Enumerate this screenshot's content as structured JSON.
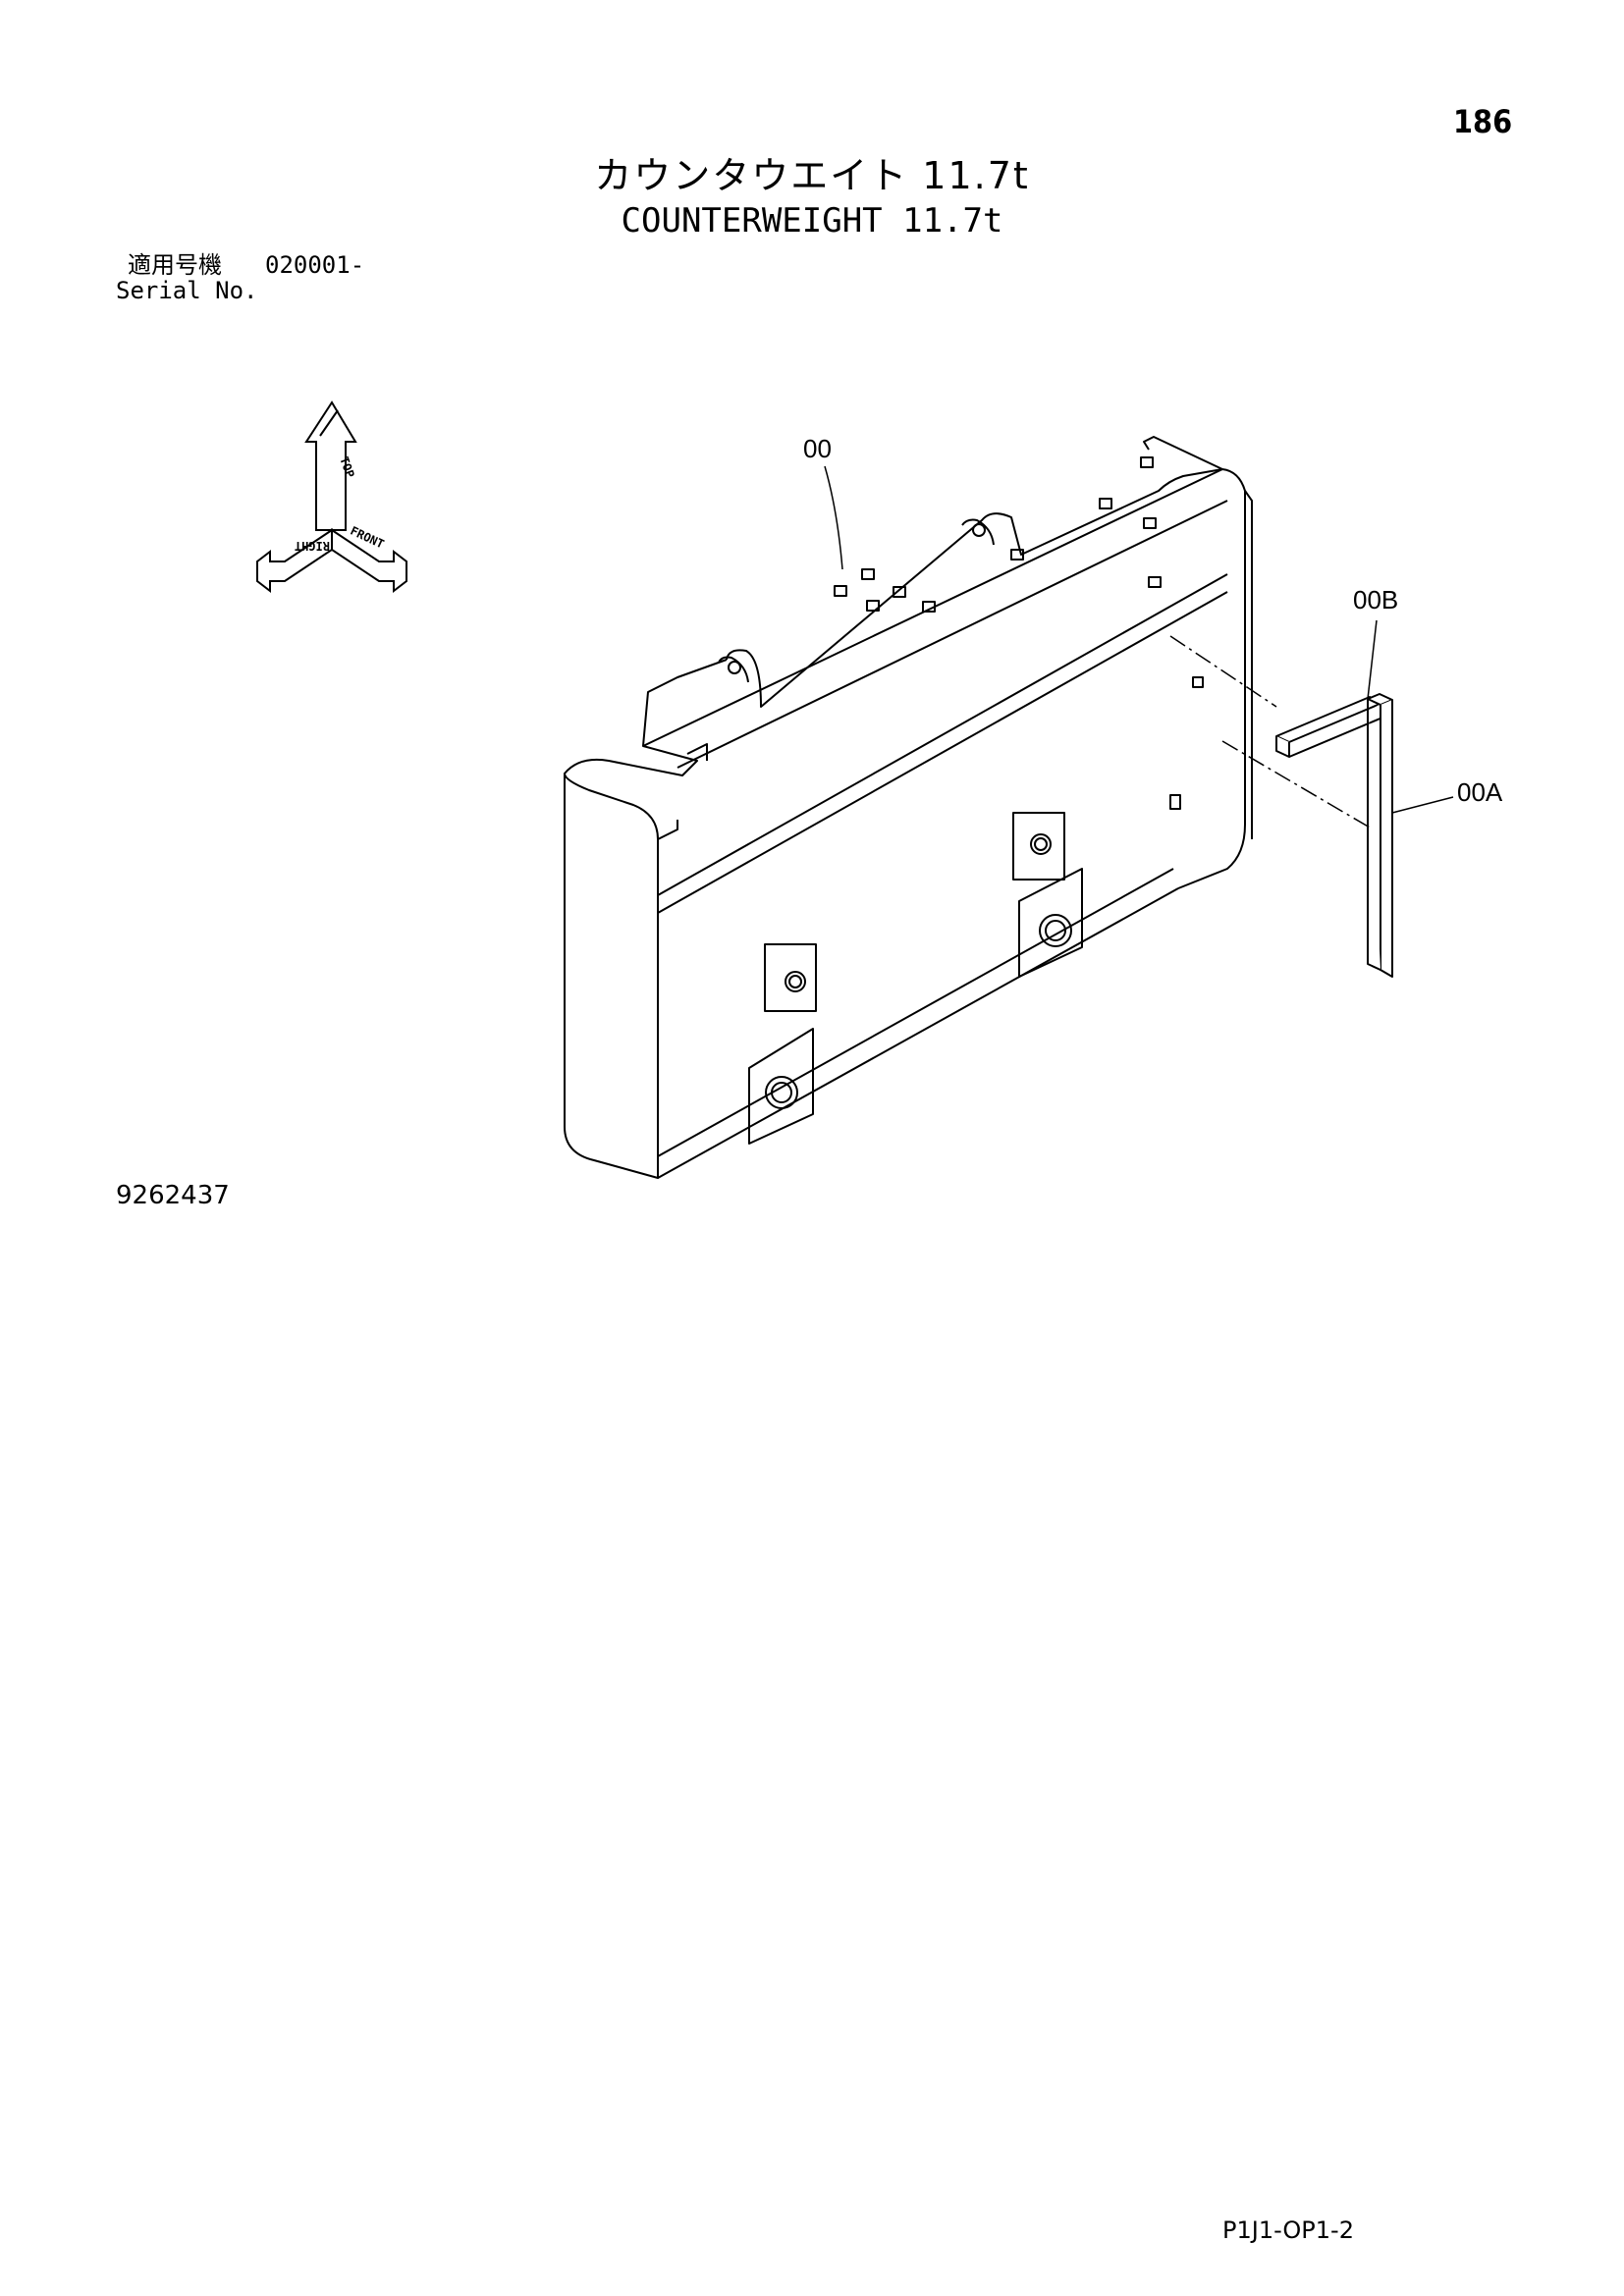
{
  "header": {
    "page_number": "186",
    "title_jp": "カウンタウエイト 11.7t",
    "title_en": "COUNTERWEIGHT 11.7t"
  },
  "serial": {
    "label_jp": "適用号機",
    "range": "020001-",
    "label_en": "Serial No."
  },
  "orientation": {
    "top": "TOP",
    "right": "RIGHT",
    "front": "FRONT"
  },
  "callouts": {
    "main": "00",
    "part_b": "00B",
    "part_a": "00A"
  },
  "footer": {
    "drawing_number": "9262437",
    "sheet_code": "P1J1-OP1-2"
  }
}
